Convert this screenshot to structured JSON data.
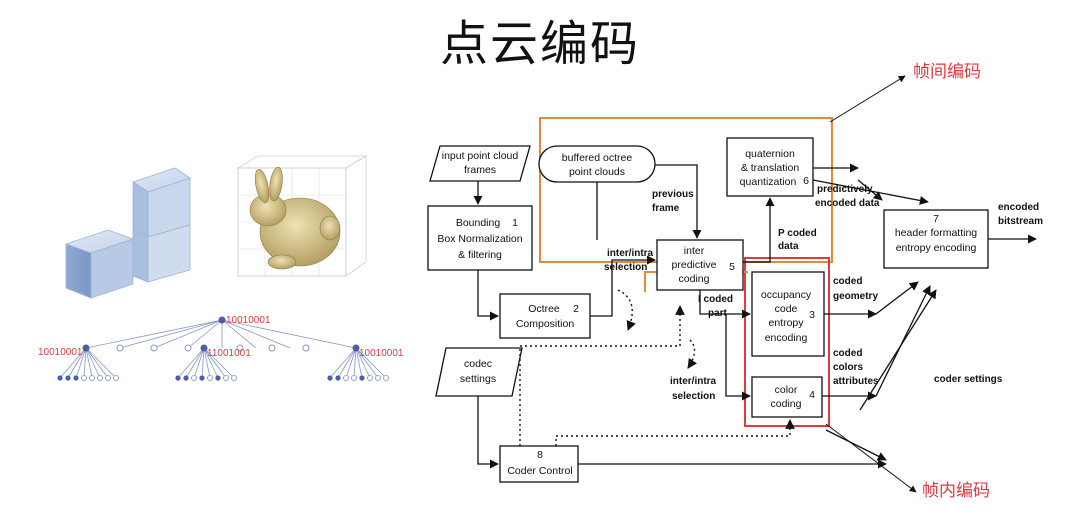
{
  "title": "点云编码",
  "labels": {
    "inter_frame_coding": "帧间编码",
    "intra_frame_coding": "帧内编码"
  },
  "tree": {
    "root_code": "10010001",
    "left_code": "10010001",
    "mid_code": "11001001",
    "right_code": "10010001"
  },
  "blocks": {
    "input": [
      "input point cloud",
      "frames"
    ],
    "buffered": [
      "buffered octree",
      "point clouds"
    ],
    "bounding": [
      "Bounding",
      "Box Normalization",
      "& filtering"
    ],
    "bounding_num": "1",
    "octree": [
      "Octree",
      "Composition"
    ],
    "octree_num": "2",
    "inter_pred": [
      "inter",
      "predictive",
      "coding"
    ],
    "inter_pred_num": "5",
    "quat": [
      "quaternion",
      "& translation",
      "quantization"
    ],
    "quat_num": "6",
    "header": [
      "header formatting",
      "entropy encoding"
    ],
    "header_num": "7",
    "occupancy": [
      "occupancy",
      "code",
      "entropy",
      "encoding"
    ],
    "occupancy_num": "3",
    "color": [
      "color",
      "coding"
    ],
    "color_num": "4",
    "codec": [
      "codec",
      "settings"
    ],
    "coder_control": "Coder Control",
    "coder_control_num": "8"
  },
  "edge_labels": {
    "previous_frame": [
      "previous",
      "frame"
    ],
    "inter_intra_top": [
      "inter/intra",
      "selection"
    ],
    "inter_intra_bottom": [
      "inter/intra",
      "selection"
    ],
    "predictively_encoded": [
      "predictively",
      "encoded data"
    ],
    "p_coded": [
      "P coded",
      "data"
    ],
    "i_coded": [
      "I coded",
      "part"
    ],
    "coded_geometry": [
      "coded",
      "geometry"
    ],
    "coded_colors": [
      "coded",
      "colors",
      "attributes"
    ],
    "encoded_bitstream": [
      "encoded",
      "bitstream"
    ],
    "coder_settings": "coder settings"
  },
  "colors": {
    "inter_box": "#e08a3c",
    "intra_box": "#e0393e",
    "cube_fill": "#b9cbe6",
    "node": "#4a5fa8"
  }
}
